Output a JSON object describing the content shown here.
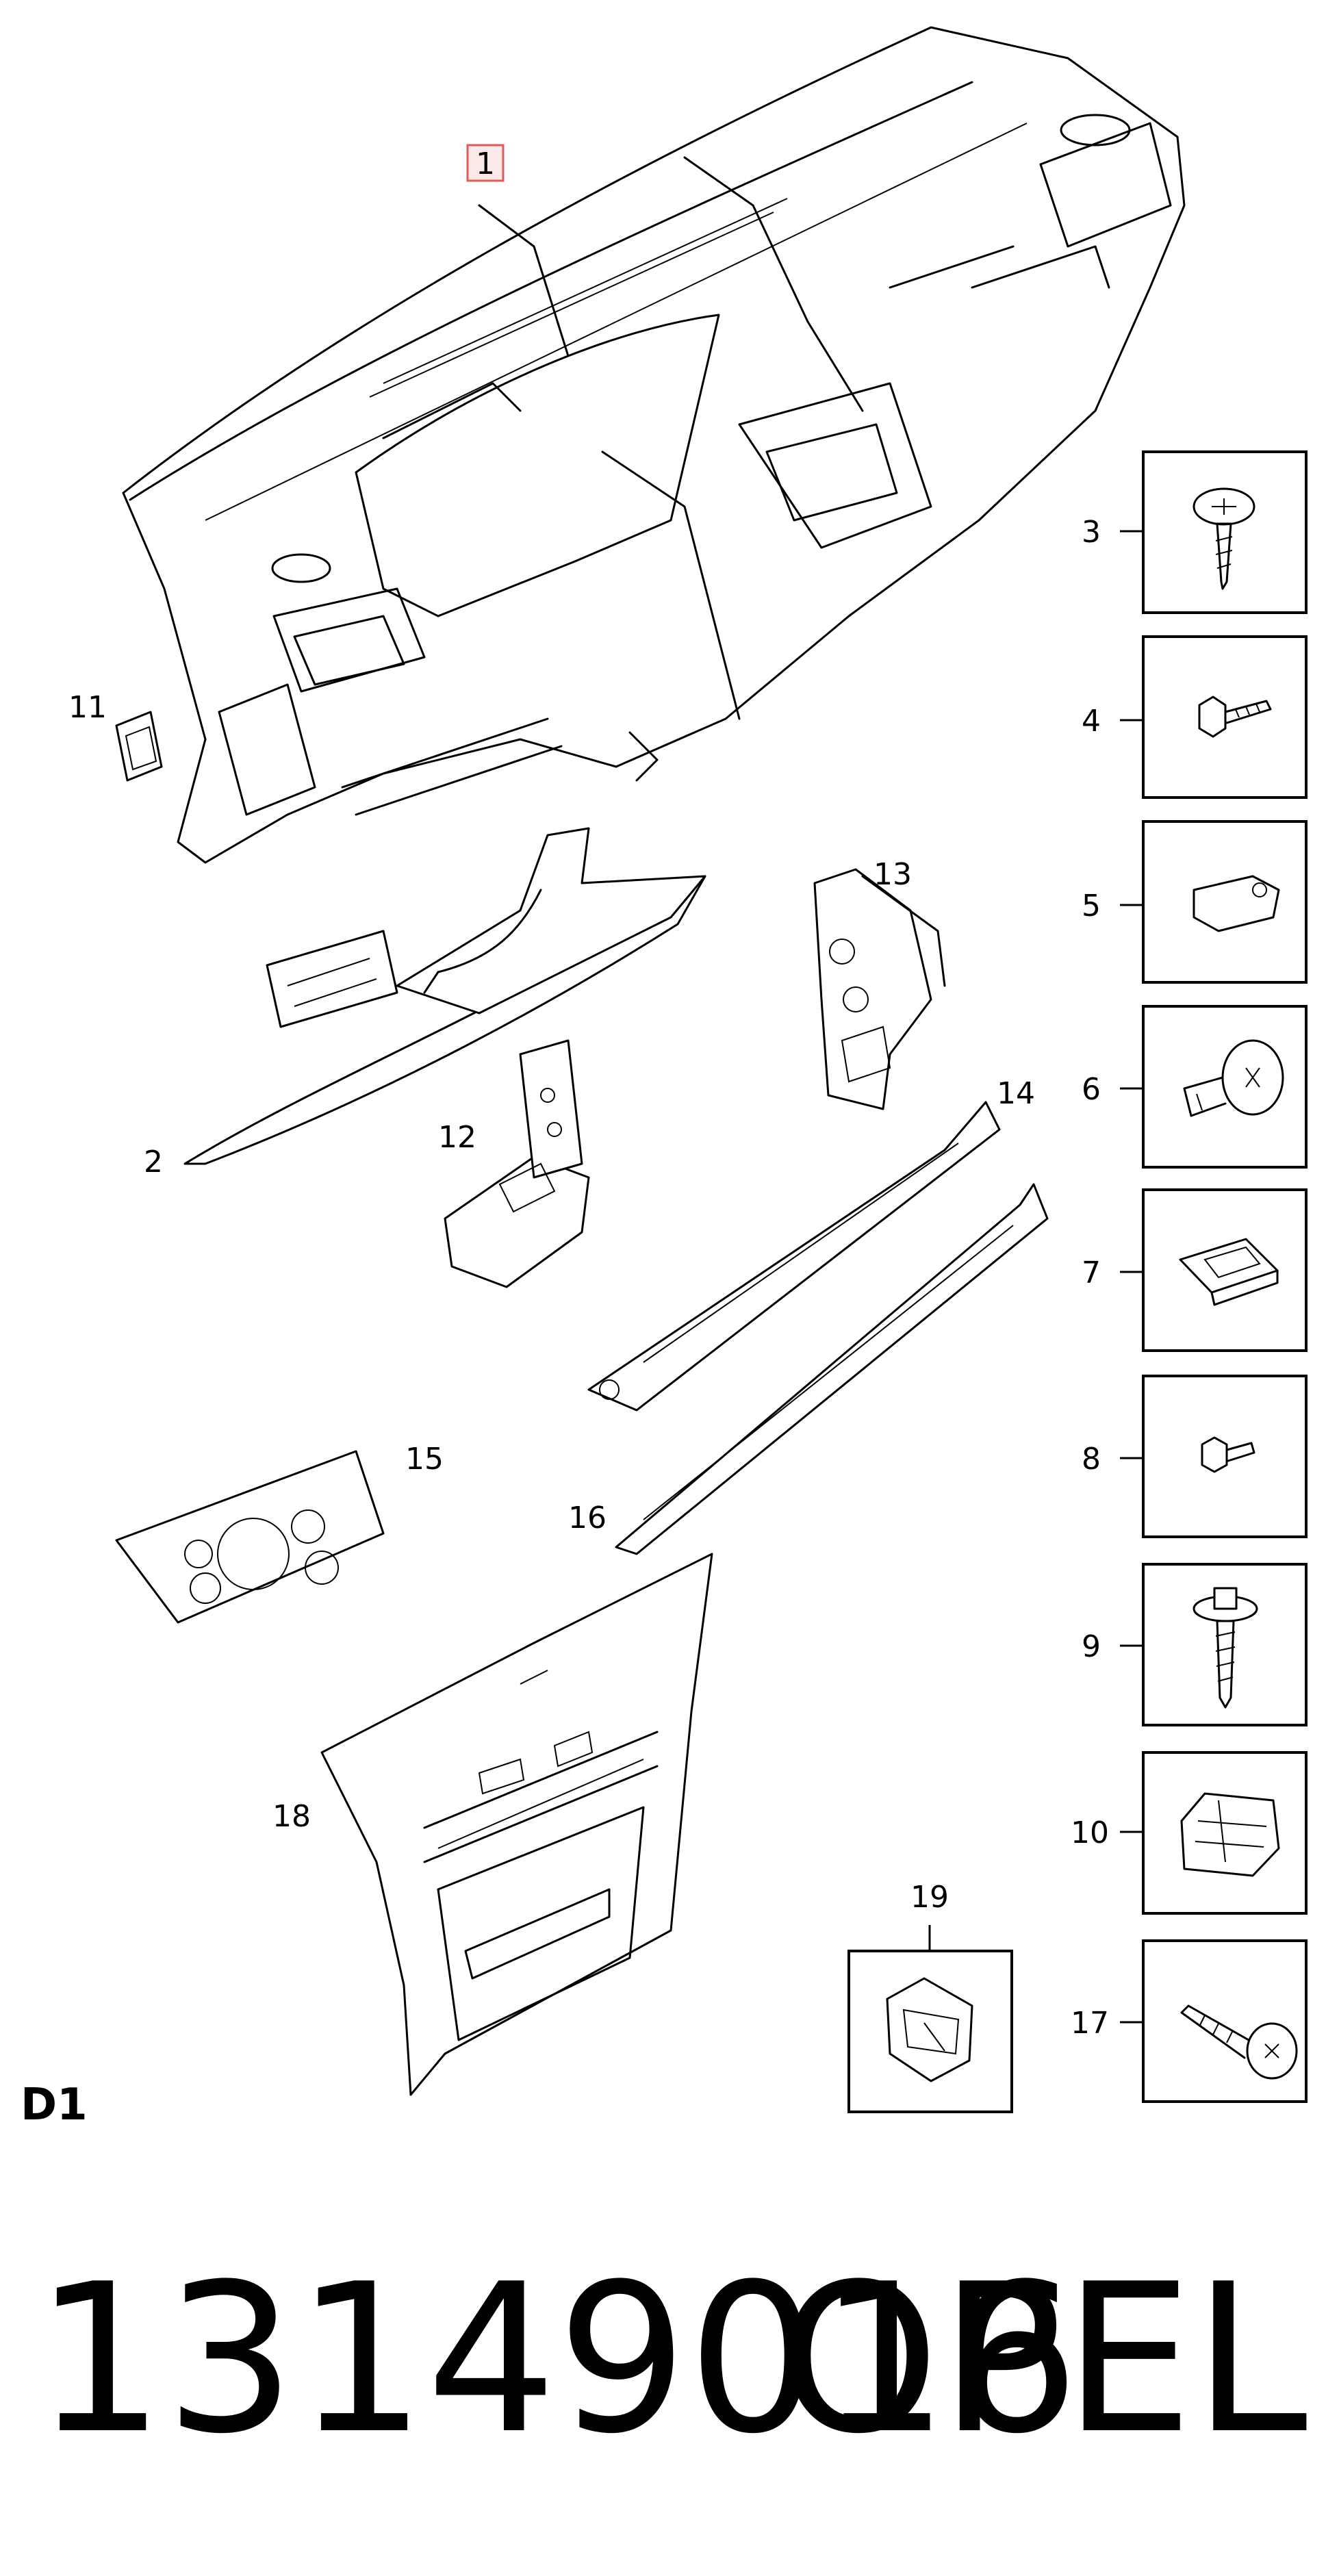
{
  "diagram": {
    "section_label": "D1",
    "highlighted_callout": {
      "label": "1",
      "color": "#e05a5a",
      "fill": "#fde8e8"
    },
    "callouts": {
      "c2": "2",
      "c3": "3",
      "c4": "4",
      "c5": "5",
      "c6": "6",
      "c7": "7",
      "c8": "8",
      "c9": "9",
      "c10": "10",
      "c11": "11",
      "c12": "12",
      "c13": "13",
      "c14": "14",
      "c15": "15",
      "c16": "16",
      "c17": "17",
      "c18": "18",
      "c19": "19"
    }
  },
  "footer": {
    "part_number": "13149016",
    "brand": "OPEL"
  }
}
